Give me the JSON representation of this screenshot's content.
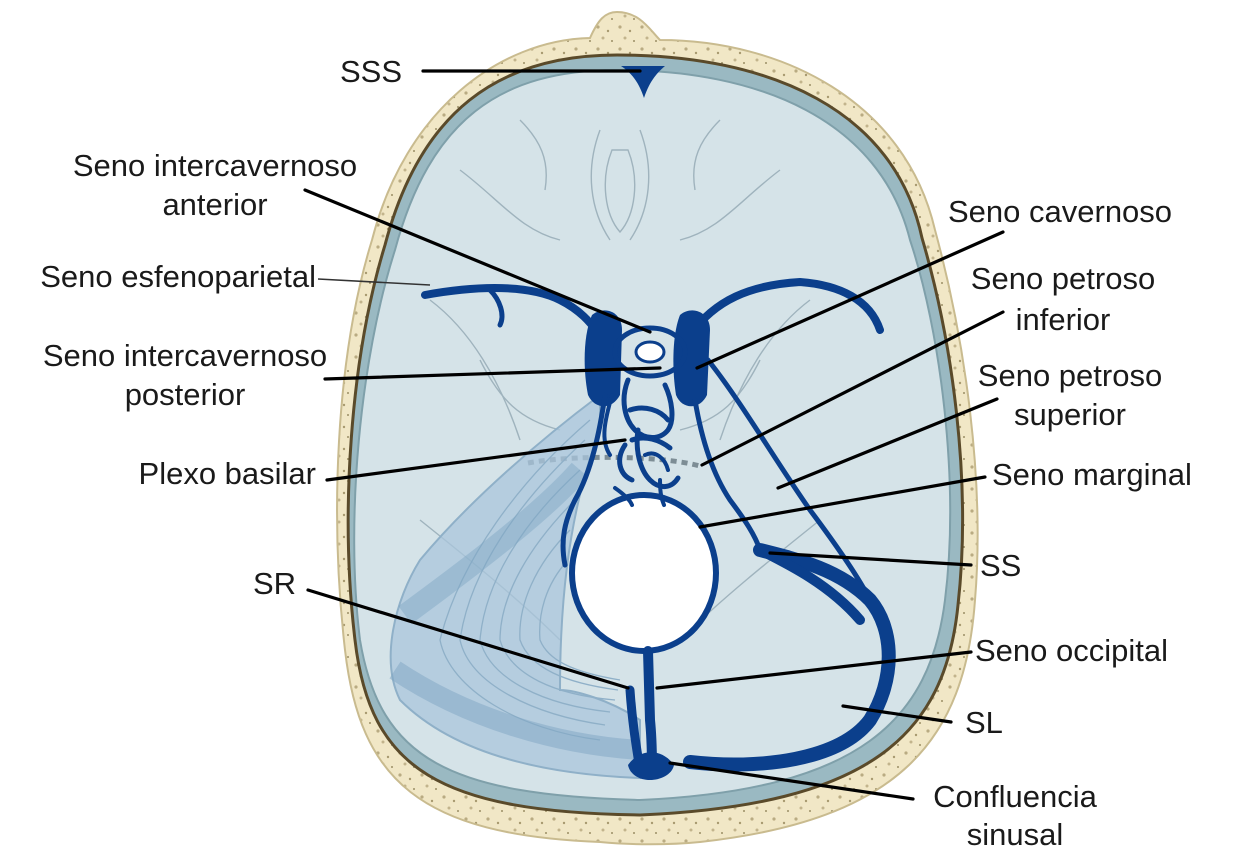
{
  "labels": {
    "sss": "SSS",
    "seno_intercavernoso_anterior": [
      "Seno intercavernoso",
      "anterior"
    ],
    "seno_esfenoparietal": "Seno esfenoparietal",
    "seno_intercavernoso_posterior": [
      "Seno intercavernoso",
      "posterior"
    ],
    "plexo_basilar": "Plexo basilar",
    "sr": "SR",
    "seno_cavernoso": "Seno cavernoso",
    "seno_petroso_inferior": [
      "Seno petroso",
      "inferior"
    ],
    "seno_petroso_superior": [
      "Seno petroso",
      "superior"
    ],
    "seno_marginal": "Seno marginal",
    "ss": "SS",
    "seno_occipital": "Seno occipital",
    "sl": "SL",
    "confluencia_sinusal": [
      "Confluencia",
      "sinusal"
    ]
  },
  "colors": {
    "sinus": "#0b3f8c",
    "bone": "#f1e7c6",
    "dura": "#d8e6ea",
    "tentorium": "#a9c6dc"
  }
}
